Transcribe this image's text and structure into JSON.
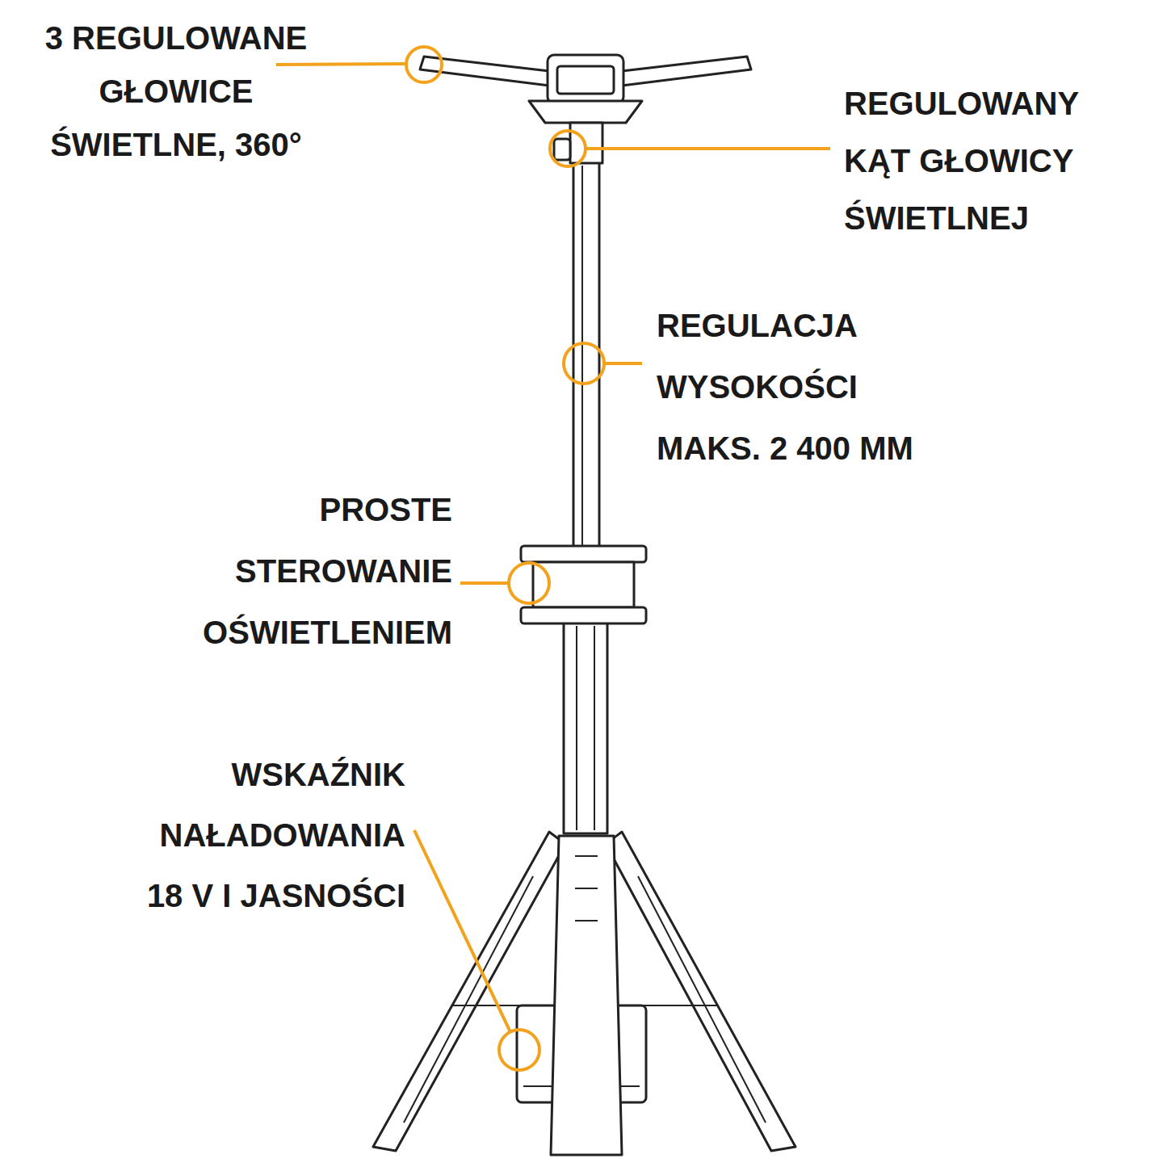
{
  "diagram": {
    "labels": [
      "3 REGULOWANE GŁOWICE ŚWIETLNE, 360°",
      "REGULOWANY KĄT GŁOWICY ŚWIETLNEJ",
      "REGULACJA WYSOKOŚCI MAKS. 2 400 MM",
      "PROSTE STEROWANIE OŚWIETLENIEM",
      "WSKAŹNIK NAŁADOWANIA 18 V I JASNOŚCI"
    ]
  }
}
